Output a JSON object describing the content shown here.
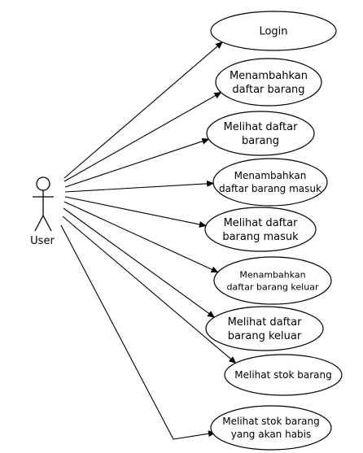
{
  "actor": {
    "name": "User",
    "icon": "stick-figure-icon"
  },
  "use_cases": [
    {
      "id": "login",
      "lines": [
        "Login"
      ]
    },
    {
      "id": "menambahkan-daftar-barang",
      "lines": [
        "Menambahkan",
        "daftar barang"
      ]
    },
    {
      "id": "melihat-daftar-barang",
      "lines": [
        "Melihat daftar",
        "barang"
      ]
    },
    {
      "id": "menambahkan-daftar-barang-masuk",
      "lines": [
        "Menambahkan",
        "daftar barang masuk"
      ]
    },
    {
      "id": "melihat-daftar-barang-masuk",
      "lines": [
        "Melihat daftar",
        "barang masuk"
      ]
    },
    {
      "id": "menambahkan-daftar-barang-keluar",
      "lines": [
        "Menambahkan",
        "daftar barang keluar"
      ]
    },
    {
      "id": "melihat-daftar-barang-keluar",
      "lines": [
        "Melihat daftar",
        "barang keluar"
      ]
    },
    {
      "id": "melihat-stok-barang",
      "lines": [
        "Melihat stok barang"
      ]
    },
    {
      "id": "melihat-stok-barang-yang-akan-habis",
      "lines": [
        "Melihat stok barang",
        "yang akan habis"
      ]
    }
  ],
  "colors": {
    "stroke": "#000000",
    "fill": "#ffffff"
  }
}
